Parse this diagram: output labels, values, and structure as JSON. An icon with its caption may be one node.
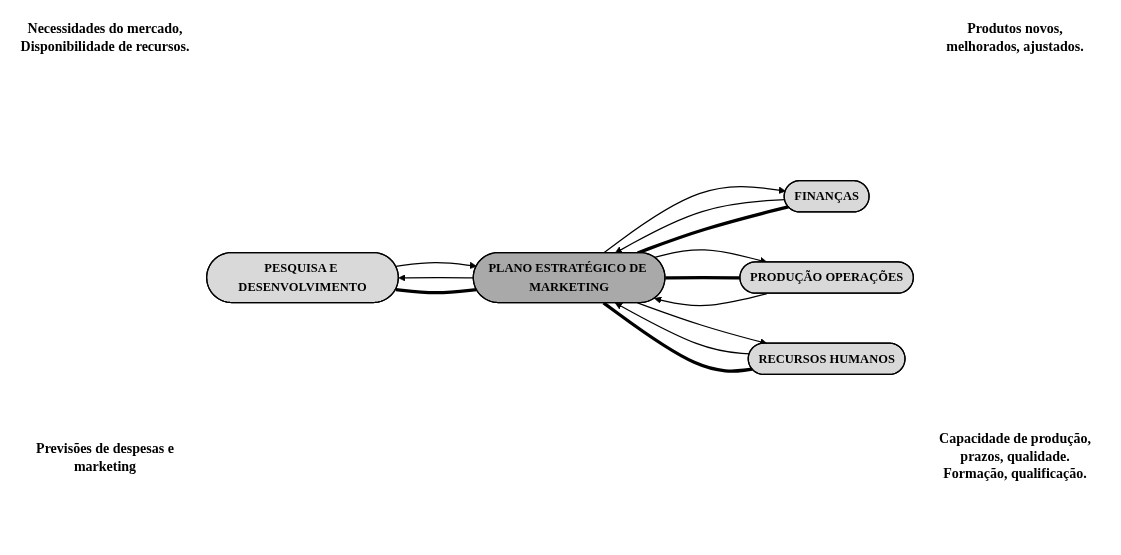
{
  "diagram": {
    "nodes": [
      {
        "text": [
          "PESQUISA E DESENVOLVIMENTO"
        ]
      },
      {
        "text": [
          "FINANÇAS"
        ]
      },
      {
        "text": [
          "PLANO ESTRATÉGICO DE MARKETING"
        ]
      },
      {
        "text": [
          "PRODUÇÃO OPERAÇÕES"
        ]
      },
      {
        "text": [
          "RECURSOS HUMANOS"
        ]
      }
    ],
    "edges": [
      {
        "from": 1,
        "to": 2,
        "arrow": "to"
      },
      {
        "from": 1,
        "to": 2,
        "arrow": "none",
        "style": "thick"
      },
      {
        "from": 2,
        "to": 1,
        "arrow": "to"
      },
      {
        "from": 2,
        "to": 0,
        "arrow": "to"
      },
      {
        "from": 2,
        "to": 0,
        "arrow": "none",
        "style": "thick"
      },
      {
        "from": 0,
        "to": 2,
        "arrow": "to"
      },
      {
        "from": 2,
        "to": 3,
        "arrow": "to"
      },
      {
        "from": 2,
        "to": 3,
        "arrow": "none",
        "style": "thick"
      },
      {
        "from": 3,
        "to": 2,
        "arrow": "to"
      },
      {
        "from": 4,
        "to": 2,
        "arrow": "to"
      },
      {
        "from": 4,
        "to": 2,
        "arrow": "none",
        "style": "thick"
      },
      {
        "from": 2,
        "to": 4,
        "arrow": "to"
      }
    ],
    "labels": [
      "Necessidades do mercado, Disponibilidade de recursos.",
      "Produtos novos, melhorados, ajustados.",
      "Previsões de despesas e marketing",
      "Capacidade de produção, prazos, qualidade. Formação, qualificação."
    ]
  }
}
